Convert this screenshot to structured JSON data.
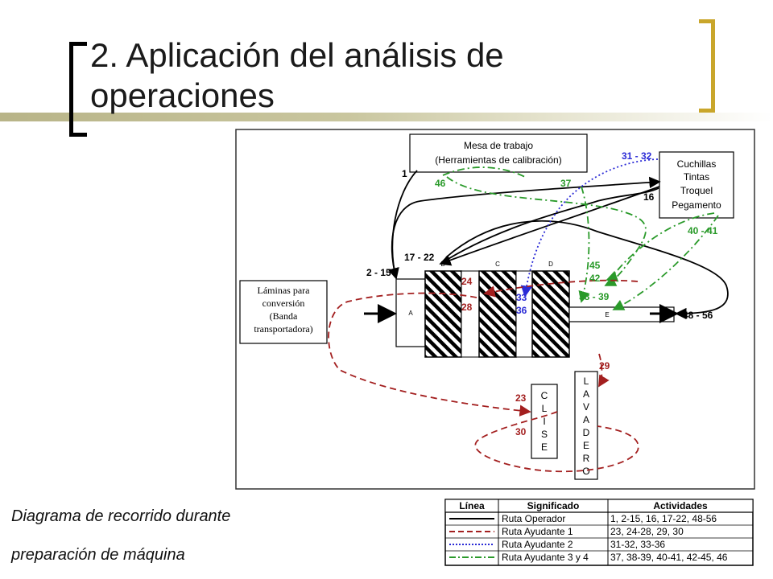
{
  "slide": {
    "title_line1": "2. Aplicación del análisis de",
    "title_line2": "operaciones",
    "caption_line1": "Diagrama de recorrido durante",
    "caption_line2": "preparación de máquina"
  },
  "colors": {
    "operador": "#000000",
    "ayudante1": "#a31f1f",
    "ayudante2": "#2b2bd6",
    "ayudante34": "#2a9a2a",
    "accent_bracket": "#c9a62b"
  },
  "diagram": {
    "mesa": {
      "line1": "Mesa de trabajo",
      "line2": "(Herramientas de calibración)"
    },
    "cuchillas": {
      "line1": "Cuchillas",
      "line2": "Tintas",
      "line3": "Troquel",
      "line4": "Pegamento"
    },
    "laminas": {
      "line1": "Láminas para",
      "line2": "conversión",
      "line3": "(Banda",
      "line4": "transportadora)"
    },
    "station_letters": {
      "a": "A",
      "b": "B",
      "c": "C",
      "d": "D",
      "e": "E"
    },
    "clise": [
      "C",
      "L",
      "I",
      "S",
      "E"
    ],
    "lavadero": [
      "L",
      "A",
      "V",
      "A",
      "D",
      "E",
      "R",
      "O"
    ],
    "labels": {
      "l1": "1",
      "l46": "46",
      "l37": "37",
      "l31_32": "31 - 32",
      "l16": "16",
      "l40_41": "40 - 41",
      "l17_22": "17 - 22",
      "l2_15": "2 - 15",
      "l45": "45",
      "l42": "42",
      "l24": "24",
      "l28": "28",
      "l33": "33",
      "l36": "36",
      "l38_39": "38 - 39",
      "l48_56": "48 - 56",
      "l29": "29",
      "l23": "23",
      "l30": "30"
    }
  },
  "legend": {
    "headers": [
      "Línea",
      "Significado",
      "Actividades"
    ],
    "rows": [
      {
        "meaning": "Ruta Operador",
        "activities": "1, 2-15, 16, 17-22, 48-56"
      },
      {
        "meaning": "Ruta Ayudante 1",
        "activities": "23, 24-28, 29, 30"
      },
      {
        "meaning": "Ruta Ayudante 2",
        "activities": "31-32, 33-36"
      },
      {
        "meaning": "Ruta Ayudante 3 y 4",
        "activities": "37, 38-39, 40-41, 42-45, 46"
      }
    ]
  }
}
